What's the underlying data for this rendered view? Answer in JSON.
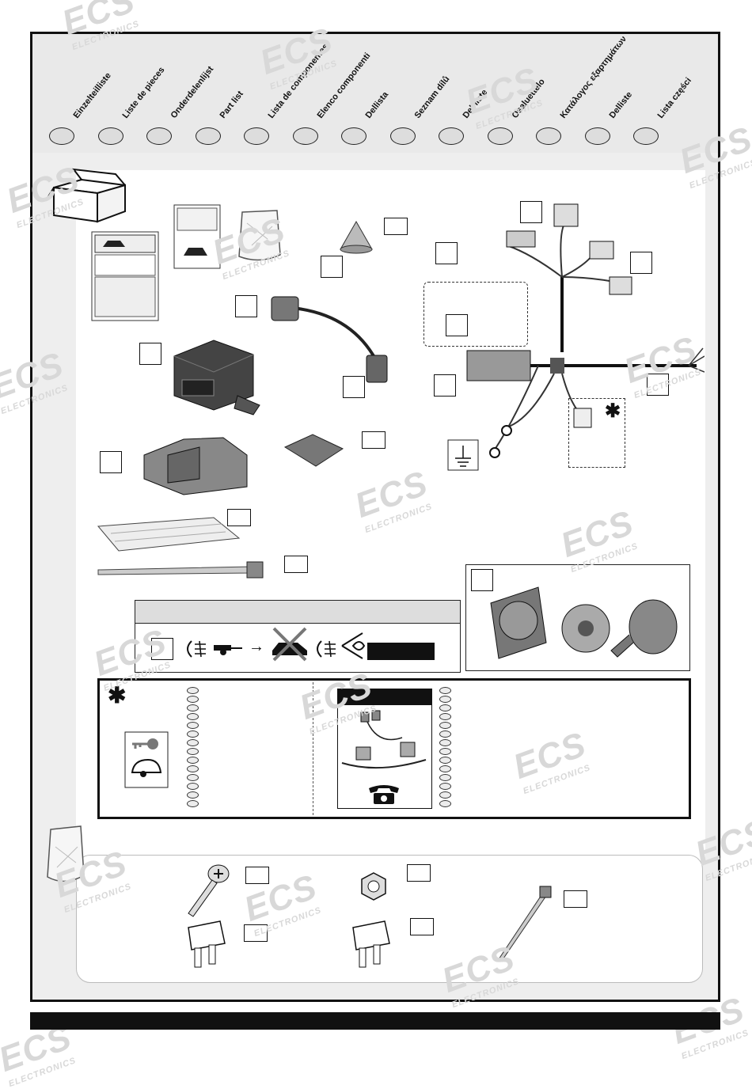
{
  "languages": [
    "Einzelteilliste",
    "Liste de pieces",
    "Onderdelenlijst",
    "Part list",
    "Lista de componentes",
    "Elenco componenti",
    "Dellista",
    "Seznam dílů",
    "Del-liste",
    "Osaluettelo",
    "Κατάλογος εξαρτημάτων",
    "Delliste",
    "Lista części"
  ],
  "watermark": {
    "logo": "ECS",
    "subtitle": "ELECTRONICS"
  },
  "symbols": {
    "asterisk": "✱",
    "arrow": "→"
  },
  "colors": {
    "frame": "#111111",
    "band": "#e9e9e9",
    "panel": "#ffffff",
    "watermark": "#d8d8d8"
  },
  "icons": [
    "box-icon",
    "bag-icon",
    "fog-lamp-icon",
    "trailer-icon",
    "car-crossed-icon",
    "eye-icon",
    "telephone-icon",
    "key-icon",
    "caravan-icon",
    "ground-icon"
  ]
}
